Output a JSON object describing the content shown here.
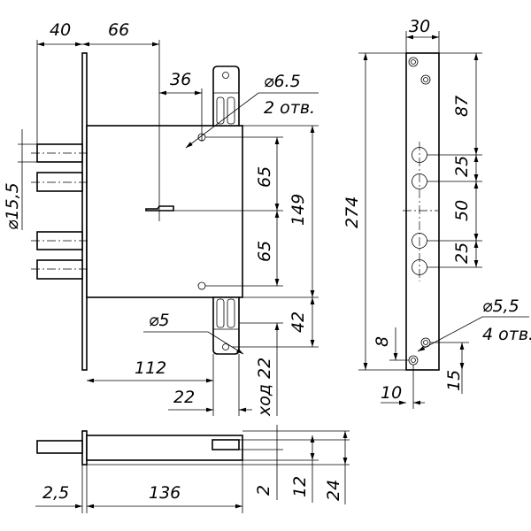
{
  "front_view": {
    "dim_backset_bolt": "40",
    "dim_backset": "66",
    "dim_key_offset": "36",
    "hole_top_diameter": "⌀6.5",
    "hole_top_count": "2 отв.",
    "bolt_diameter": "⌀15,5",
    "dim_upper_65": "65",
    "dim_lower_65": "65",
    "dim_height": "149",
    "hole_bottom_diameter": "⌀5",
    "dim_42": "42",
    "dim_112": "112",
    "dim_22": "22",
    "dim_stroke": "ход 22"
  },
  "side_view": {
    "dim_width": "30",
    "dim_87": "87",
    "dim_25_top": "25",
    "dim_50": "50",
    "dim_25_bottom": "25",
    "dim_length": "274",
    "hole_diameter": "⌀5,5",
    "hole_count": "4 отв.",
    "dim_8": "8",
    "dim_10": "10",
    "dim_15": "15"
  },
  "bottom_view": {
    "dim_2_5": "2,5",
    "dim_136": "136",
    "dim_2": "2",
    "dim_12": "12",
    "dim_24": "24"
  }
}
